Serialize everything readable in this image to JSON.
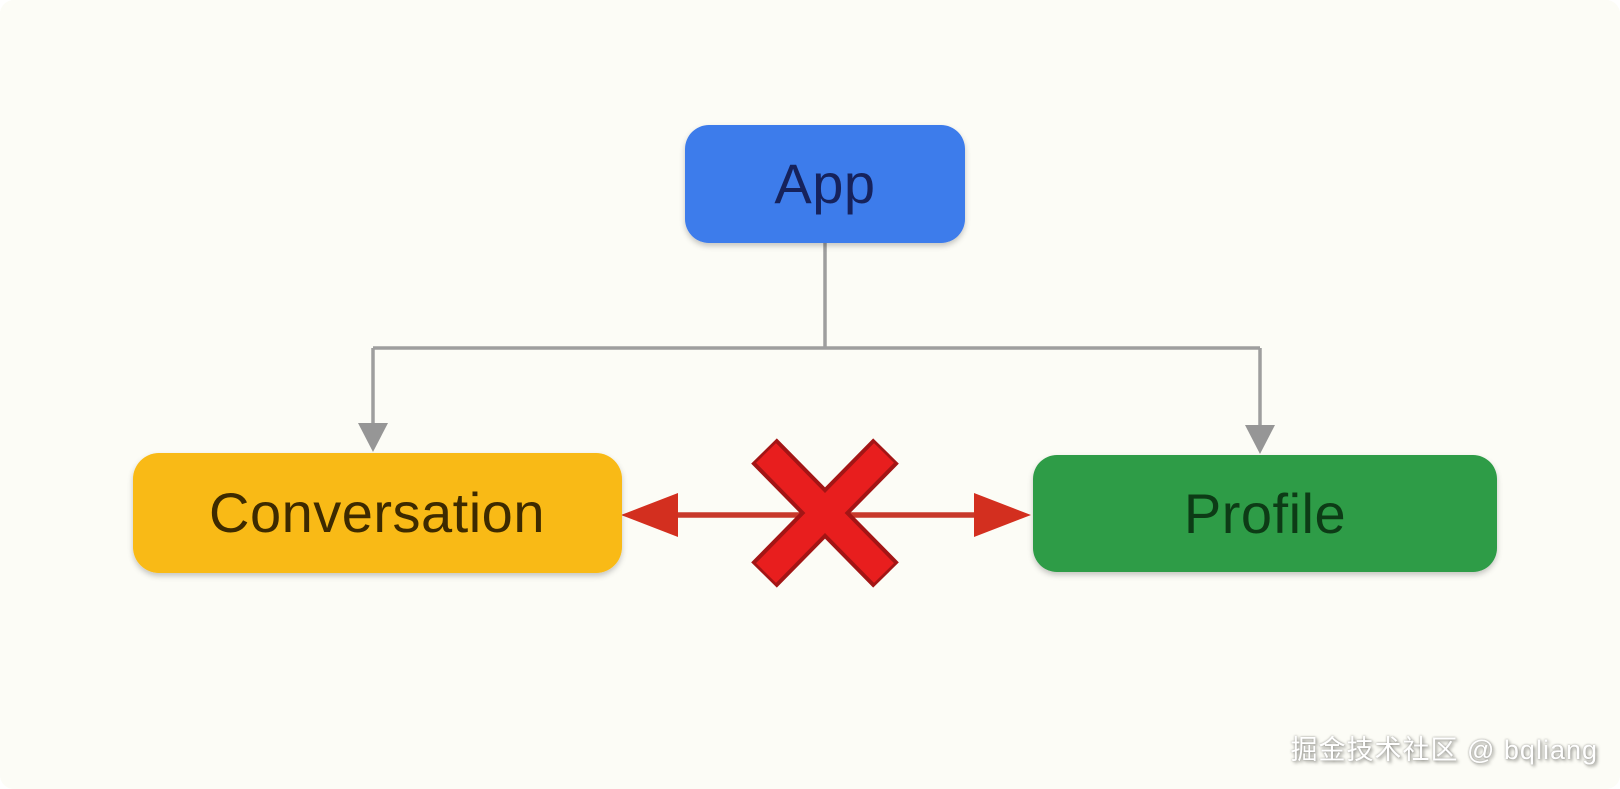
{
  "diagram": {
    "background_color": "#FCFCF6",
    "nodes": {
      "app": {
        "label": "App",
        "fill": "#3D7BEB",
        "text_color": "#14235B"
      },
      "conversation": {
        "label": "Conversation",
        "fill": "#F9BA13",
        "text_color": "#3E2B00"
      },
      "profile": {
        "label": "Profile",
        "fill": "#2D9C46",
        "text_color": "#0A3B14"
      }
    },
    "edges": {
      "tree": {
        "description": "App branches down to Conversation and Profile",
        "line_color": "#9E9E9E",
        "arrowhead_color": "#969696"
      },
      "blocked_link": {
        "description": "double-headed arrow between Conversation and Profile crossed out",
        "line_color": "#C8392B",
        "arrowhead_color": "#D32F1F",
        "cross_color": "#E81E1E",
        "cross_edge_color": "#A31515"
      }
    },
    "watermark": {
      "text": "掘金技术社区 @ bqliang",
      "color": "#FFFFFF"
    }
  }
}
